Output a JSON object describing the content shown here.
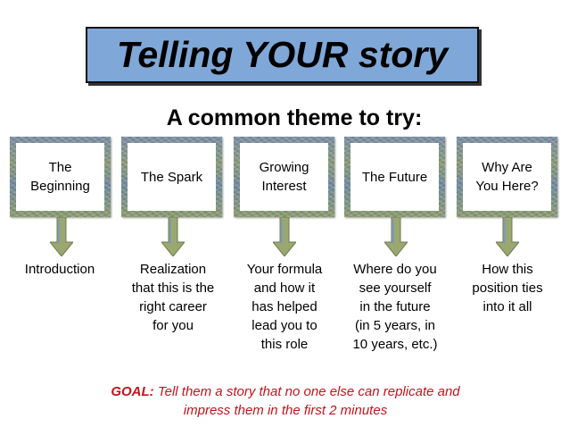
{
  "title": "Telling YOUR story",
  "subtitle": "A common theme to try:",
  "steps": [
    {
      "label_lines": [
        "The",
        "Beginning"
      ],
      "description_lines": [
        "Introduction"
      ]
    },
    {
      "label_lines": [
        "The Spark"
      ],
      "description_lines": [
        "Realization",
        "that this is the",
        "right career",
        "for you"
      ]
    },
    {
      "label_lines": [
        "Growing",
        "Interest"
      ],
      "description_lines": [
        "Your formula",
        "and how it",
        "has helped",
        "lead you to",
        "this role"
      ]
    },
    {
      "label_lines": [
        "The Future"
      ],
      "description_lines": [
        "Where do you",
        "see yourself",
        "in the future",
        "(in 5 years, in",
        "10 years, etc.)"
      ]
    },
    {
      "label_lines": [
        "Why Are",
        "You Here?"
      ],
      "description_lines": [
        "How this",
        "position ties",
        "into it all"
      ]
    }
  ],
  "goal": {
    "label": "GOAL:",
    "line1": "Tell them a story that no one else can replicate and",
    "line2": "impress them in the first 2 minutes"
  },
  "colors": {
    "title_fill": "#7fa8d8",
    "goal_text": "#c0151c",
    "arrow_fill": "#9aa870"
  }
}
